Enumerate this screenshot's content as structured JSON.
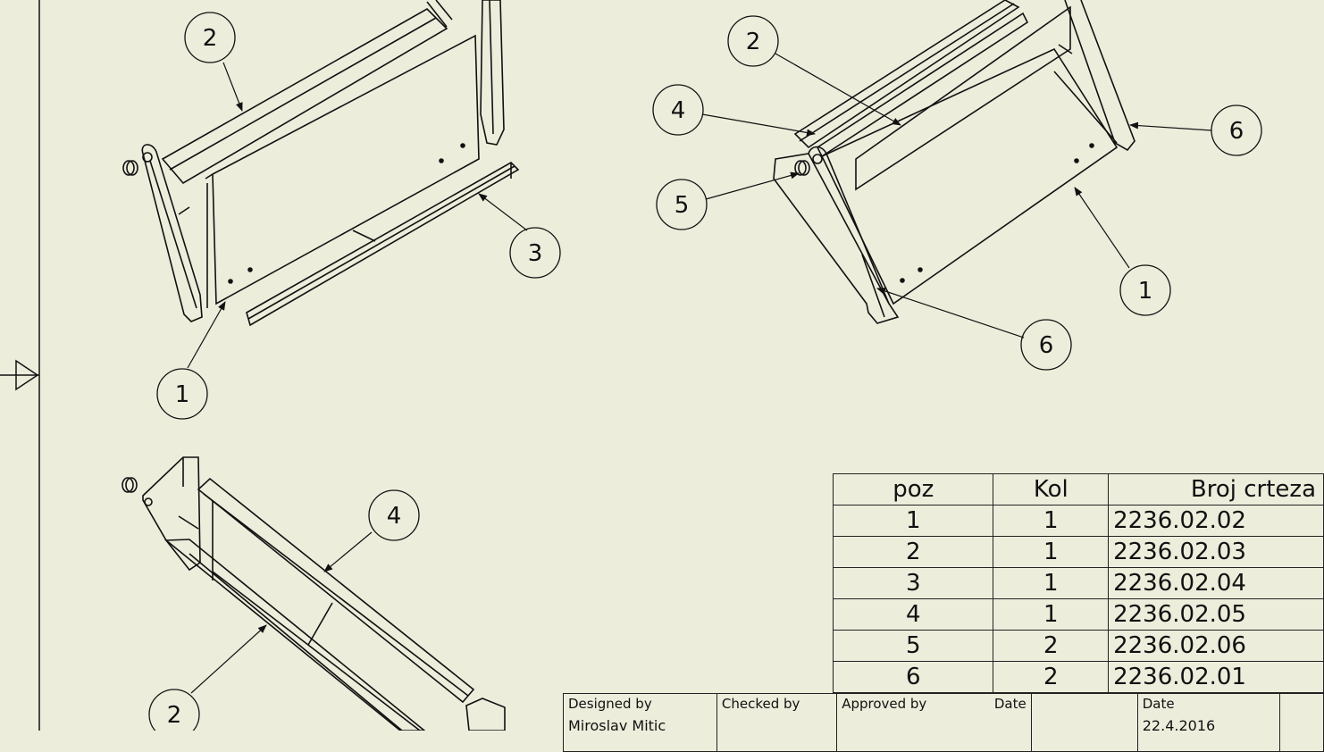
{
  "callouts": [
    {
      "id": "v1-2",
      "label": "2"
    },
    {
      "id": "v1-3",
      "label": "3"
    },
    {
      "id": "v1-1",
      "label": "1"
    },
    {
      "id": "v2-2",
      "label": "2"
    },
    {
      "id": "v2-4",
      "label": "4"
    },
    {
      "id": "v2-5",
      "label": "5"
    },
    {
      "id": "v2-6a",
      "label": "6"
    },
    {
      "id": "v2-1",
      "label": "1"
    },
    {
      "id": "v2-6b",
      "label": "6"
    },
    {
      "id": "v3-4",
      "label": "4"
    },
    {
      "id": "v3-2",
      "label": "2"
    }
  ],
  "parts_list": {
    "headers": [
      "poz",
      "Kol",
      "Broj crteza"
    ],
    "rows": [
      [
        "1",
        "1",
        "2236.02.02"
      ],
      [
        "2",
        "1",
        "2236.02.03"
      ],
      [
        "3",
        "1",
        "2236.02.04"
      ],
      [
        "4",
        "1",
        "2236.02.05"
      ],
      [
        "5",
        "2",
        "2236.02.06"
      ],
      [
        "6",
        "2",
        "2236.02.01"
      ]
    ]
  },
  "title_block": {
    "designed_by_label": "Designed by",
    "designed_by_value": "Miroslav Mitic",
    "checked_by_label": "Checked by",
    "approved_by_label": "Approved by",
    "date_label_1": "Date",
    "date_label_2": "Date",
    "date_value": "22.4.2016"
  },
  "colors": {
    "background": "#ededdc",
    "line": "#111111"
  }
}
